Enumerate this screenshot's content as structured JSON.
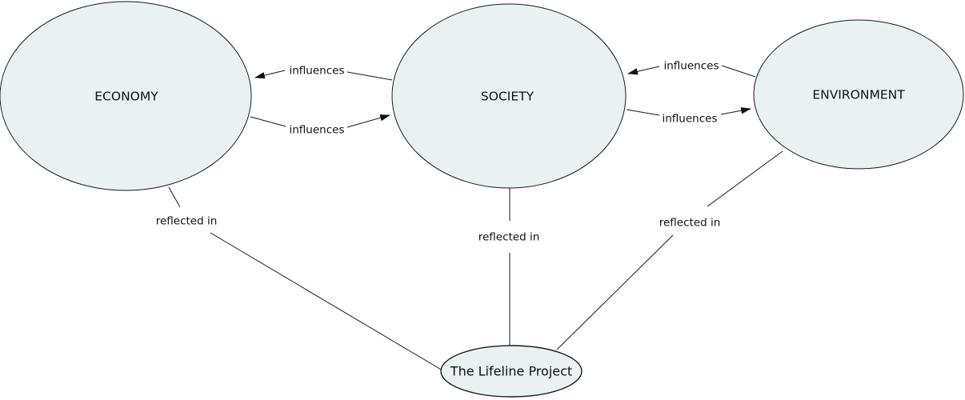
{
  "diagram": {
    "background": "#ffffff",
    "node_fill": "#e9f1f2",
    "node_stroke": "#1a1a1a",
    "line_color": "#1a1a1a",
    "text_color": "#111111",
    "nodes": {
      "economy": {
        "label": "ECONOMY"
      },
      "society": {
        "label": "SOCIETY"
      },
      "environment": {
        "label": "ENVIRONMENT"
      },
      "lifeline": {
        "label": "The Lifeline Project"
      }
    },
    "links": [
      {
        "from": "SOCIETY",
        "to": "ECONOMY",
        "label": "influences"
      },
      {
        "from": "ECONOMY",
        "to": "SOCIETY",
        "label": "influences"
      },
      {
        "from": "ENVIRONMENT",
        "to": "SOCIETY",
        "label": "influences"
      },
      {
        "from": "SOCIETY",
        "to": "ENVIRONMENT",
        "label": "influences"
      },
      {
        "from": "ECONOMY",
        "to": "The Lifeline Project",
        "label": "reflected in"
      },
      {
        "from": "SOCIETY",
        "to": "The Lifeline Project",
        "label": "reflected in"
      },
      {
        "from": "ENVIRONMENT",
        "to": "The Lifeline Project",
        "label": "reflected in"
      }
    ]
  }
}
